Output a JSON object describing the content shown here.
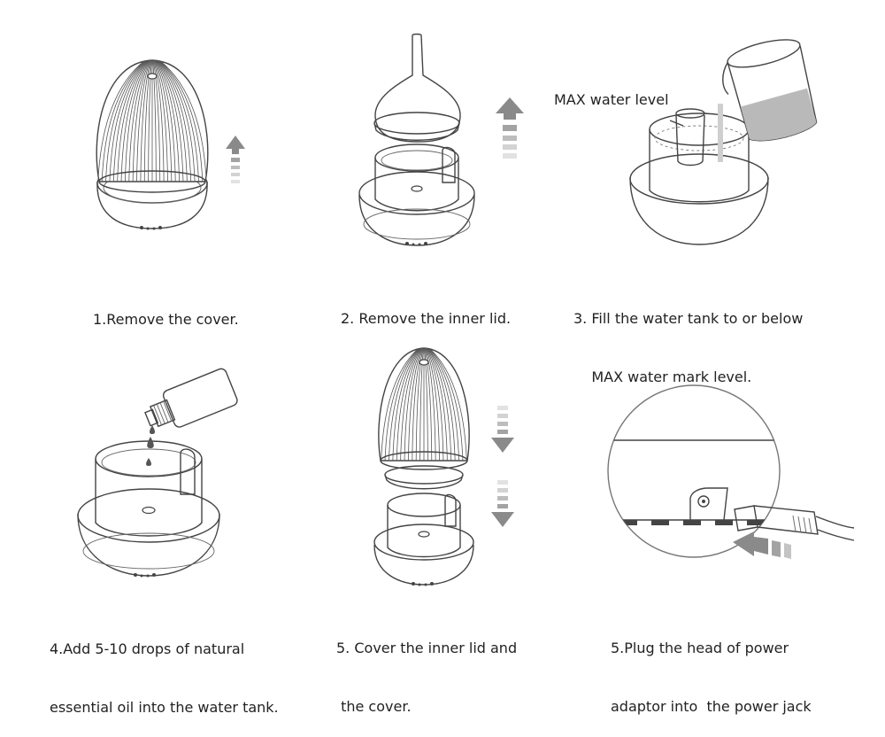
{
  "steps": [
    {
      "caption_lines": [
        "1.Remove the cover."
      ]
    },
    {
      "caption_lines": [
        "2. Remove the inner lid."
      ]
    },
    {
      "caption_lines": [
        "3. Fill the water tank to or below",
        "    MAX water mark level."
      ],
      "annotation": "MAX water level"
    },
    {
      "caption_lines": [
        "4.Add 5-10 drops of natural",
        "essential oil into the water tank."
      ]
    },
    {
      "caption_lines": [
        "5. Cover the inner lid and",
        " the cover."
      ]
    },
    {
      "caption_lines": [
        "5.Plug the head of power",
        "adaptor into  the power jack"
      ]
    }
  ],
  "colors": {
    "line": "#444444",
    "arrow": "#8a8a8a",
    "water": "#b9b9b9"
  },
  "icons": [
    "arrow-up-icon",
    "arrow-down-icon",
    "arrow-left-icon",
    "water-drop-icon"
  ]
}
